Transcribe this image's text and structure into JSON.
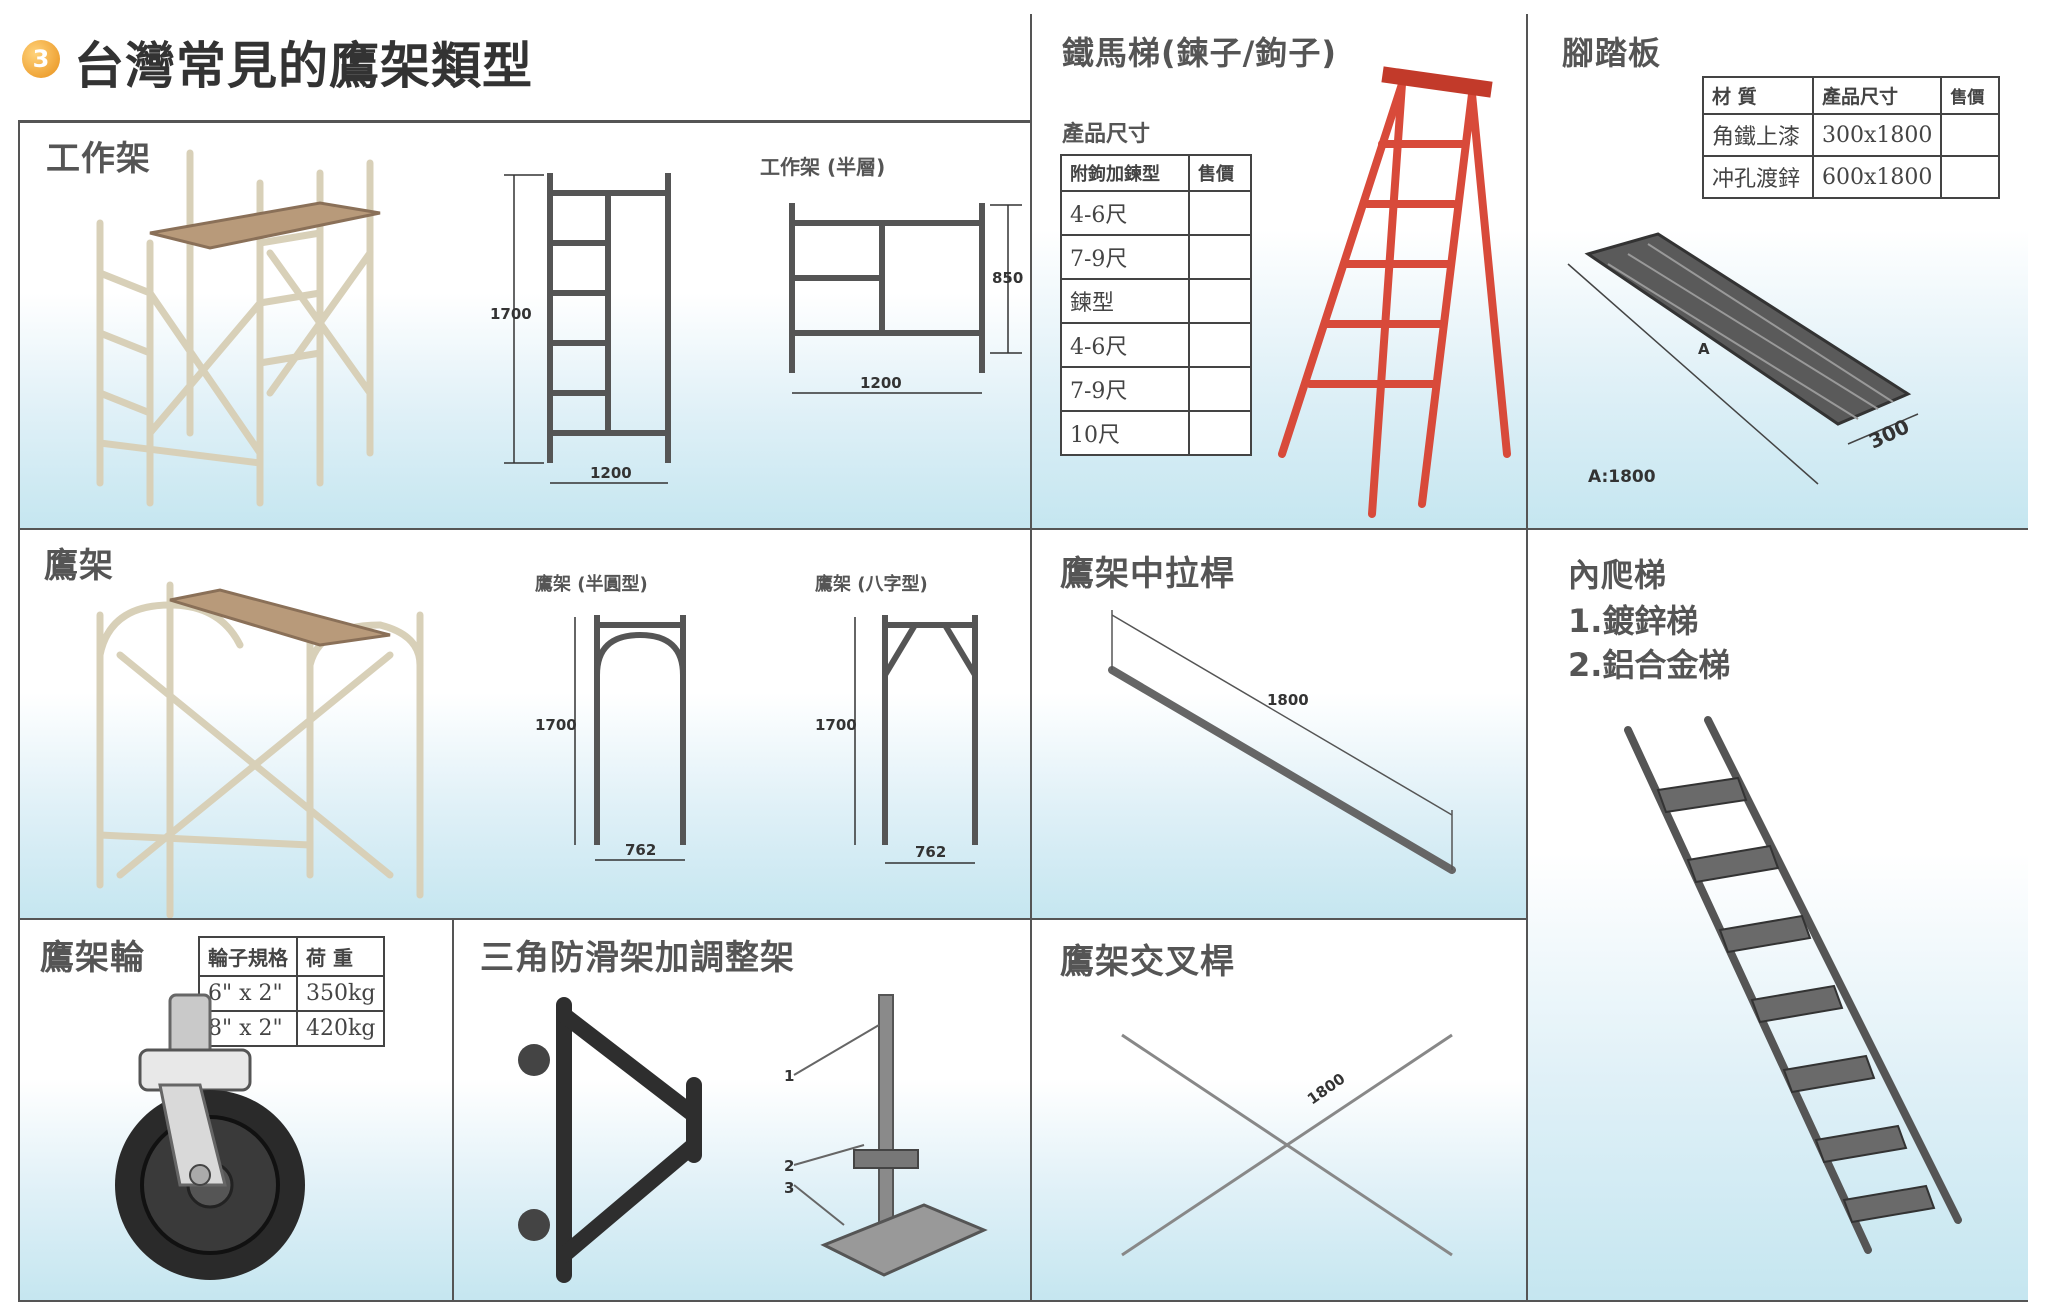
{
  "heading": {
    "number": "3",
    "title": "台灣常見的鷹架類型"
  },
  "work_frame": {
    "title": "工作架",
    "half_label": "工作架 (半層)",
    "dims": {
      "h": "1700",
      "w": "1200",
      "half_h": "850",
      "half_w": "1200"
    }
  },
  "scaffold": {
    "title": "鷹架",
    "semi_label": "鷹架 (半圓型)",
    "eight_label": "鷹架 (八字型)",
    "dims": {
      "h1": "1700",
      "w1": "762",
      "h2": "1700",
      "w2": "762"
    }
  },
  "wheel": {
    "title": "鷹架輪",
    "headers": [
      "輪子規格",
      "荷 重"
    ],
    "rows": [
      [
        "6\" x 2\"",
        "350kg"
      ],
      [
        "8\" x 2\"",
        "420kg"
      ]
    ]
  },
  "triangle": {
    "title": "三角防滑架加調整架",
    "callouts": [
      "1",
      "2",
      "3"
    ]
  },
  "iron_ladder": {
    "title": "鐵馬梯(鍊子/鉤子)",
    "size_label": "產品尺寸",
    "headers": [
      "附鉤加鍊型",
      "售價"
    ],
    "rows": [
      [
        "4-6尺",
        ""
      ],
      [
        "7-9尺",
        ""
      ],
      [
        "鍊型",
        ""
      ],
      [
        "4-6尺",
        ""
      ],
      [
        "7-9尺",
        ""
      ],
      [
        "10尺",
        ""
      ]
    ]
  },
  "pull_rod": {
    "title": "鷹架中拉桿",
    "dim": "1800"
  },
  "cross_rod": {
    "title": "鷹架交叉桿",
    "dim": "1800"
  },
  "board": {
    "title": "腳踏板",
    "headers": [
      "材  質",
      "產品尺寸",
      "售價"
    ],
    "rows": [
      [
        "角鐵上漆",
        "300x1800",
        ""
      ],
      [
        "冲孔渡鋅",
        "600x1800",
        ""
      ]
    ],
    "dim_a": "A",
    "dim_w": "300",
    "note": "A:1800"
  },
  "inner_ladder": {
    "title": "內爬梯",
    "items": [
      "1.鍍鋅梯",
      "2.鋁合金梯"
    ]
  },
  "colors": {
    "accent": "#f0a030",
    "frame": "#d8d0b8",
    "ladder": "#d84a3a",
    "steel": "#555555"
  }
}
